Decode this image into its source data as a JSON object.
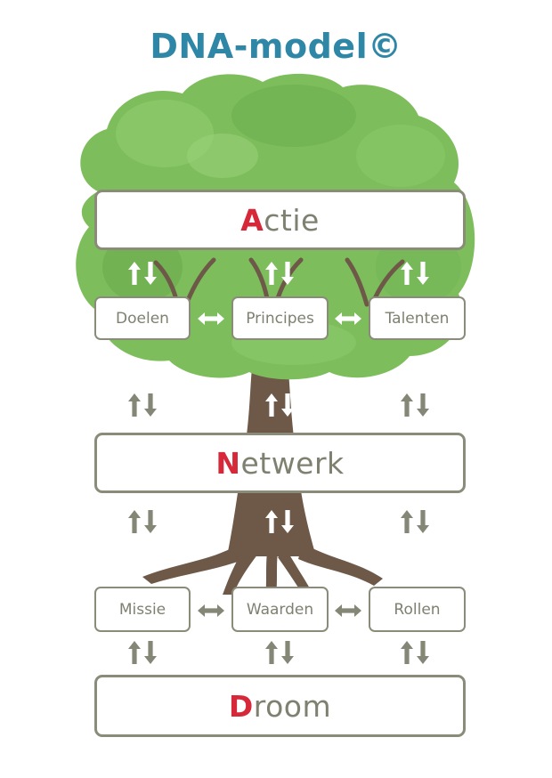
{
  "title": "DNA-model©",
  "colors": {
    "title": "#2e87a6",
    "accent_initial": "#d62839",
    "box_border": "#8a8b78",
    "box_text": "#7e8070",
    "arrow_gray": "#848776",
    "arrow_white": "#ffffff",
    "foliage": "#7dbd5c",
    "trunk": "#6e5948"
  },
  "levels": {
    "actie": {
      "initial": "A",
      "rest": "ctie"
    },
    "netwerk": {
      "initial": "N",
      "rest": "etwerk"
    },
    "droom": {
      "initial": "D",
      "rest": "room"
    }
  },
  "boxes": {
    "doelen": "Doelen",
    "principes": "Principes",
    "talenten": "Talenten",
    "missie": "Missie",
    "waarden": "Waarden",
    "rollen": "Rollen"
  }
}
